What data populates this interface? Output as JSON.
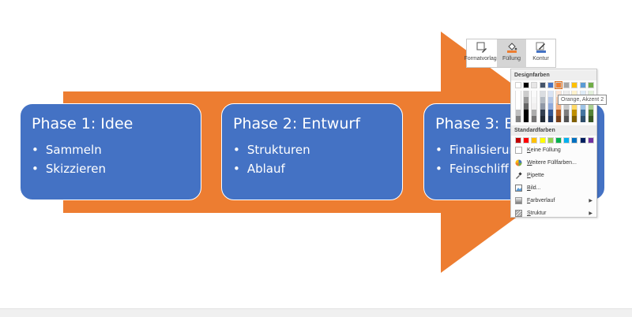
{
  "phases": [
    {
      "title": "Phase 1: Idee",
      "bullets": [
        "Sammeln",
        "Skizzieren"
      ]
    },
    {
      "title": "Phase 2: Entwurf",
      "bullets": [
        "Strukturen",
        "Ablauf"
      ]
    },
    {
      "title": "Phase 3: Erg",
      "bullets": [
        "Finalisierung",
        "Feinschliff"
      ]
    }
  ],
  "toolbar": {
    "style_label": "Formatvorlage",
    "fill_label": "Füllung",
    "outline_label": "Kontur"
  },
  "color_menu": {
    "theme_colors_header": "Designfarben",
    "standard_colors_header": "Standardfarben",
    "items": {
      "no_fill": "Keine Füllung",
      "more_colors": "Weitere Füllfarben...",
      "eyedropper": "Pipette",
      "picture": "Bild...",
      "gradient": "Farbverlauf",
      "texture": "Struktur"
    },
    "theme_colors": [
      "#ffffff",
      "#000000",
      "#e7e6e6",
      "#44546a",
      "#4472c4",
      "#ed7d31",
      "#a5a5a5",
      "#ffc000",
      "#5b9bd5",
      "#70ad47"
    ],
    "standard_colors": [
      "#c00000",
      "#ff0000",
      "#ffc000",
      "#ffff00",
      "#92d050",
      "#00b050",
      "#00b0f0",
      "#0070c0",
      "#002060",
      "#7030a0"
    ],
    "selected_color": "#ed7d31"
  },
  "tooltip": "Orange, Akzent 2",
  "colors": {
    "arrow": "#ed7d31",
    "phase_box": "#4472c4"
  }
}
